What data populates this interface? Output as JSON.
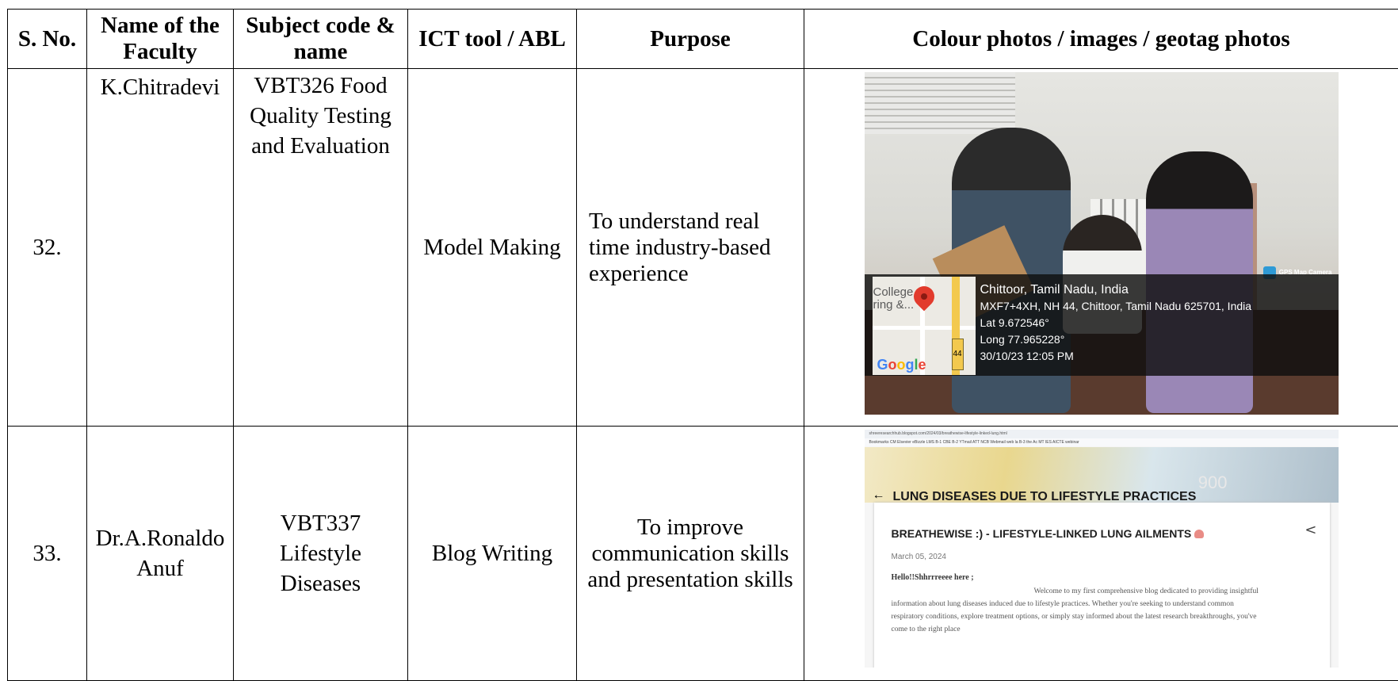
{
  "table": {
    "headers": {
      "sno": "S. No.",
      "faculty": "Name of the Faculty",
      "subject": "Subject code & name",
      "tool": "ICT tool / ABL",
      "purpose": "Purpose",
      "photos": "Colour photos / images / geotag photos"
    },
    "rows": [
      {
        "sno": "32.",
        "faculty": "K.Chitradevi",
        "subject": "VBT326 Food Quality Testing and Evaluation",
        "tool": "Model Making",
        "purpose": "To understand real time industry-based experience"
      },
      {
        "sno": "33.",
        "faculty": "Dr.A.Ronaldo Anuf",
        "subject": "VBT337 Lifestyle Diseases",
        "tool": "Blog Writing",
        "purpose": "To improve communication skills and presentation skills"
      }
    ]
  },
  "geotag": {
    "badge": "GPS Map Camera",
    "map_label": "College\nring &...",
    "highway": "44",
    "google": "Google",
    "city": "Chittoor, Tamil Nadu, India",
    "address": "MXF7+4XH, NH 44, Chittoor, Tamil Nadu 625701, India",
    "lat": "Lat 9.672546°",
    "long": "Long 77.965228°",
    "datetime": "30/10/23 12:05 PM"
  },
  "blog": {
    "url": "shreeresearchhub.blogspot.com/2024/03/breathewise-lifestyle-linked-lung.html",
    "bookmarks": "Bookmarks   CM   Elsevier   eBizzle   LMS   B-1   CBE   B-2   YTmail   ATT   NCB   Webmail   web la   B-3   the Ac   MT   IES   AICTE   webinar",
    "hero_number": "900",
    "hero_title": "LUNG DISEASES DUE TO LIFESTYLE PRACTICES",
    "post_title": "BREATHEWISE :) - LIFESTYLE-LINKED LUNG AILMENTS",
    "date": "March 05, 2024",
    "greeting": "Hello!!Shhrrreeee here ;",
    "paragraph": "Welcome to my first comprehensive blog dedicated to providing insightful information about lung diseases induced due to lifestyle practices. Whether you're seeking to understand common respiratory conditions, explore treatment options, or simply stay informed about the latest research breakthroughs, you've come to the right place"
  }
}
